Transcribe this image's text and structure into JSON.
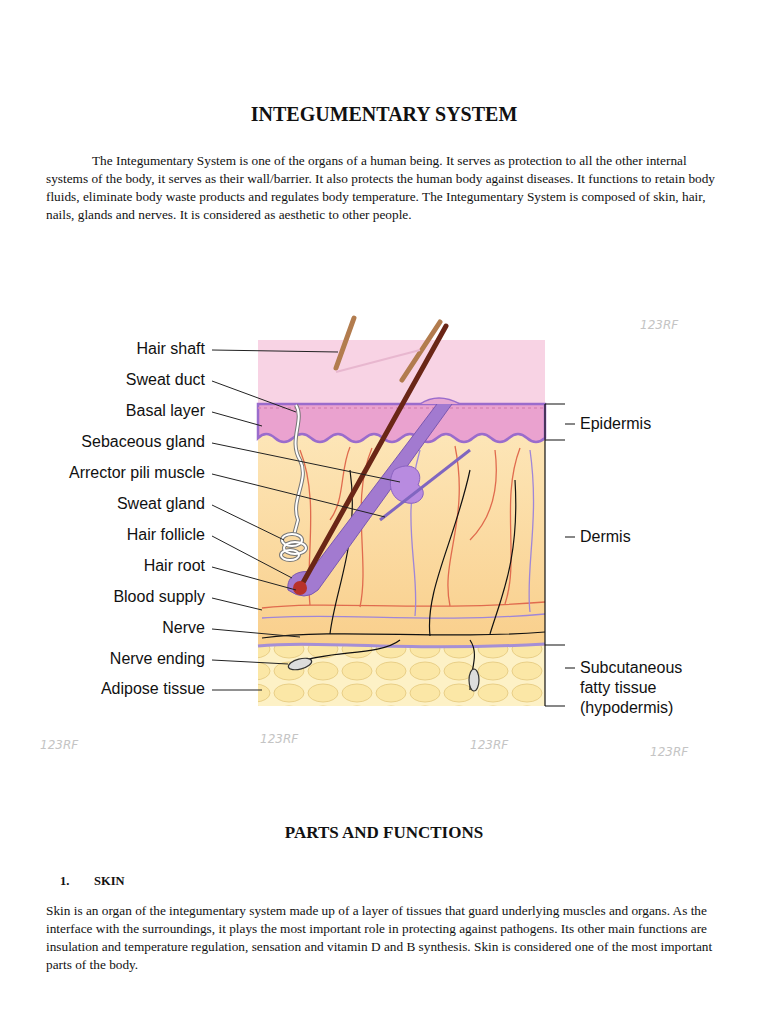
{
  "diagram": {
    "title": "INTEGUMENTARY SYSTEM",
    "labels": [
      "The Integumentary System is one of the organs of a human being. It serves as protection to all the other internal systems of the body, it serves as their wall/barrier. It also protects the human body against diseases. It functions to retain body fluids, eliminate body waste products and regulates body temperature. The Integumentary System is composed of skin, hair, nails, glands and nerves. It is considered as aesthetic to other people.",
      "Hair shaft",
      "Sweat duct",
      "Basal layer",
      "Sebaceous gland",
      "Arrector pili muscle",
      "Sweat gland",
      "Hair follicle",
      "Hair root",
      "Blood supply",
      "Nerve",
      "Nerve ending",
      "Adipose tissue",
      "Epidermis",
      "Dermis",
      "Subcutaneous fatty tissue (hypodermis)",
      "123RF",
      "123RF",
      "123RF",
      "123RF",
      "123RF",
      "PARTS AND FUNCTIONS",
      "1.",
      "SKIN",
      "Skin is an organ of the integumentary system made up of a layer of tissues that guard underlying muscles and organs. As the interface with the surroundings, it plays the most important role in protecting against pathogens. Its other main functions are insulation and temperature regulation, sensation and vitamin D and B synthesis. Skin is considered one of the most important parts of the body."
    ]
  }
}
